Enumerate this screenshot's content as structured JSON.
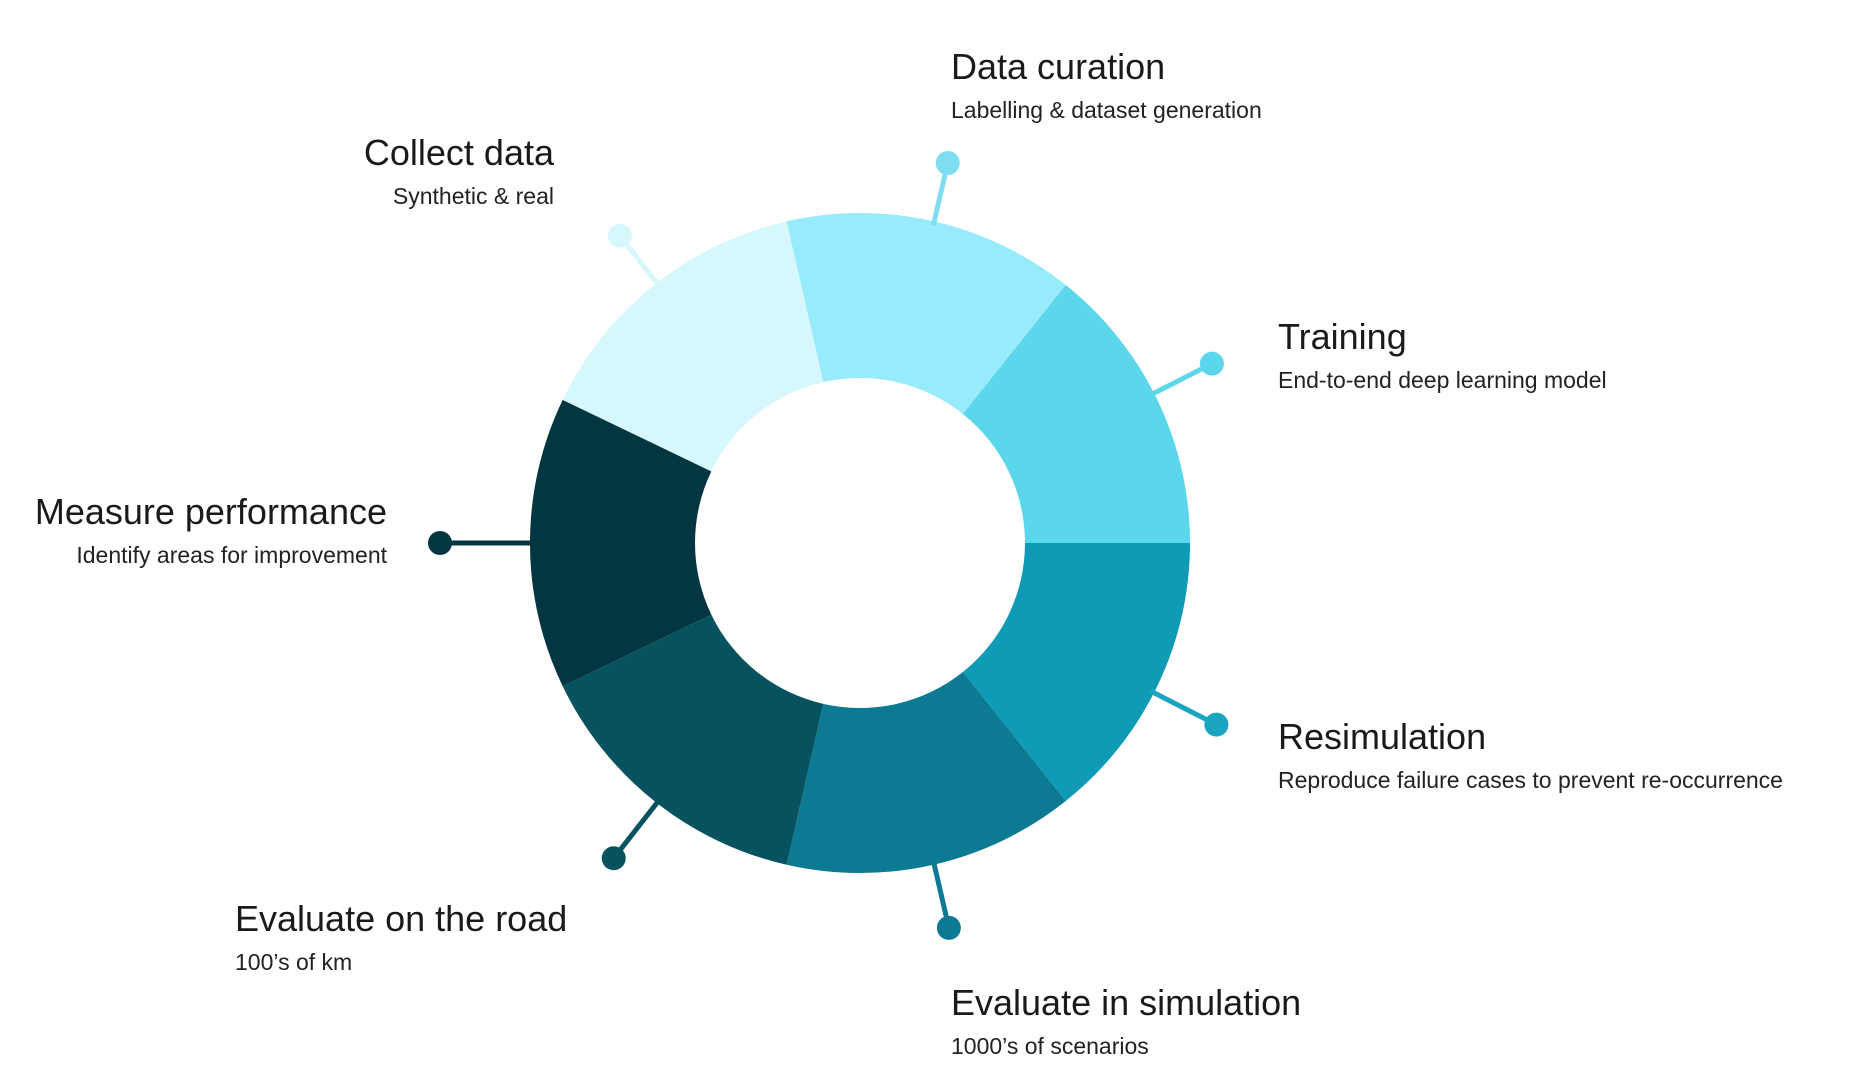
{
  "stages": [
    {
      "id": "data-curation",
      "title": "Data curation",
      "subtitle": "Labelling & dataset generation",
      "color": "#97EBFA"
    },
    {
      "id": "training",
      "title": "Training",
      "subtitle": "End-to-end deep learning model",
      "color": "#5CD6EB"
    },
    {
      "id": "resimulation",
      "title": "Resimulation",
      "subtitle": "Reproduce failure cases to prevent re-occurrence",
      "color": "#0F9AB6"
    },
    {
      "id": "evaluate-in-simulation",
      "title": "Evaluate in simulation",
      "subtitle": "1000’s of scenarios",
      "color": "#0B7A92"
    },
    {
      "id": "evaluate-on-the-road",
      "title": "Evaluate on the road",
      "subtitle": "100’s of km",
      "color": "#07525F"
    },
    {
      "id": "measure-performance",
      "title": "Measure performance",
      "subtitle": "Identify areas for improvement",
      "color": "#023640"
    },
    {
      "id": "collect-data",
      "title": "Collect data",
      "subtitle": "Synthetic & real",
      "color": "#D6F8FD"
    }
  ],
  "connector_colors": {
    "data-curation": "#7EDDF0",
    "training": "#5CD6EB",
    "resimulation": "#1AA4C0",
    "evaluate-in-simulation": "#0B7A92",
    "evaluate-on-the-road": "#07525F",
    "measure-performance": "#023640",
    "collect-data": "#D6F8FD"
  }
}
